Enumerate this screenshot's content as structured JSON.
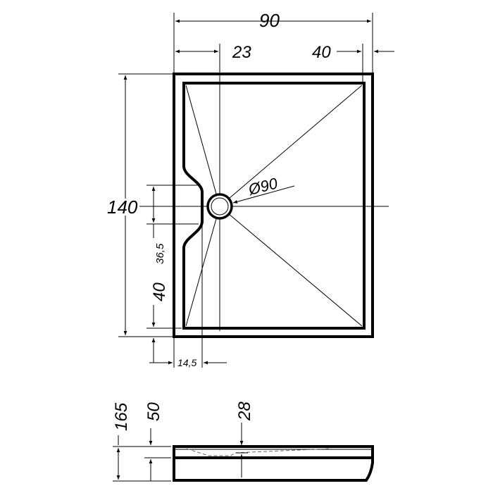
{
  "plan_view": {
    "width_label": "90",
    "drain_offset_label": "23",
    "right_offset_label": "40",
    "length_label": "140",
    "notch_label": "36,5",
    "bottom_offset_label": "40",
    "notch_depth_label": "14,5",
    "drain_diameter_label": "Ø90"
  },
  "side_view": {
    "total_height_label": "165",
    "rim_height_label": "50",
    "depth_label": "28"
  },
  "colors": {
    "line": "#000000",
    "background": "#ffffff"
  }
}
